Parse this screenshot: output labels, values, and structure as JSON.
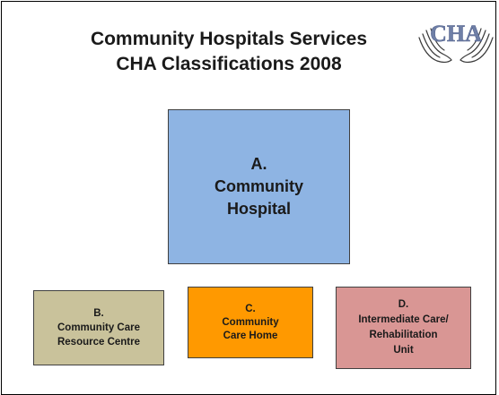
{
  "title": {
    "line1": "Community Hospitals Services",
    "line2": "CHA Classifications 2008"
  },
  "logo": {
    "text": "CHA",
    "icon": "cupped-hands-logo"
  },
  "boxes": {
    "a": {
      "letter": "A.",
      "line1": "Community",
      "line2": "Hospital",
      "color": "#8eb4e3"
    },
    "b": {
      "letter": "B.",
      "line1": "Community Care",
      "line2": "Resource Centre",
      "color": "#c9c29b"
    },
    "c": {
      "letter": "C.",
      "line1": "Community",
      "line2": "Care Home",
      "color": "#ff9900"
    },
    "d": {
      "letter": "D.",
      "line1": "Intermediate Care/",
      "line2": "Rehabilitation",
      "line3": "Unit",
      "color": "#d99694"
    }
  }
}
